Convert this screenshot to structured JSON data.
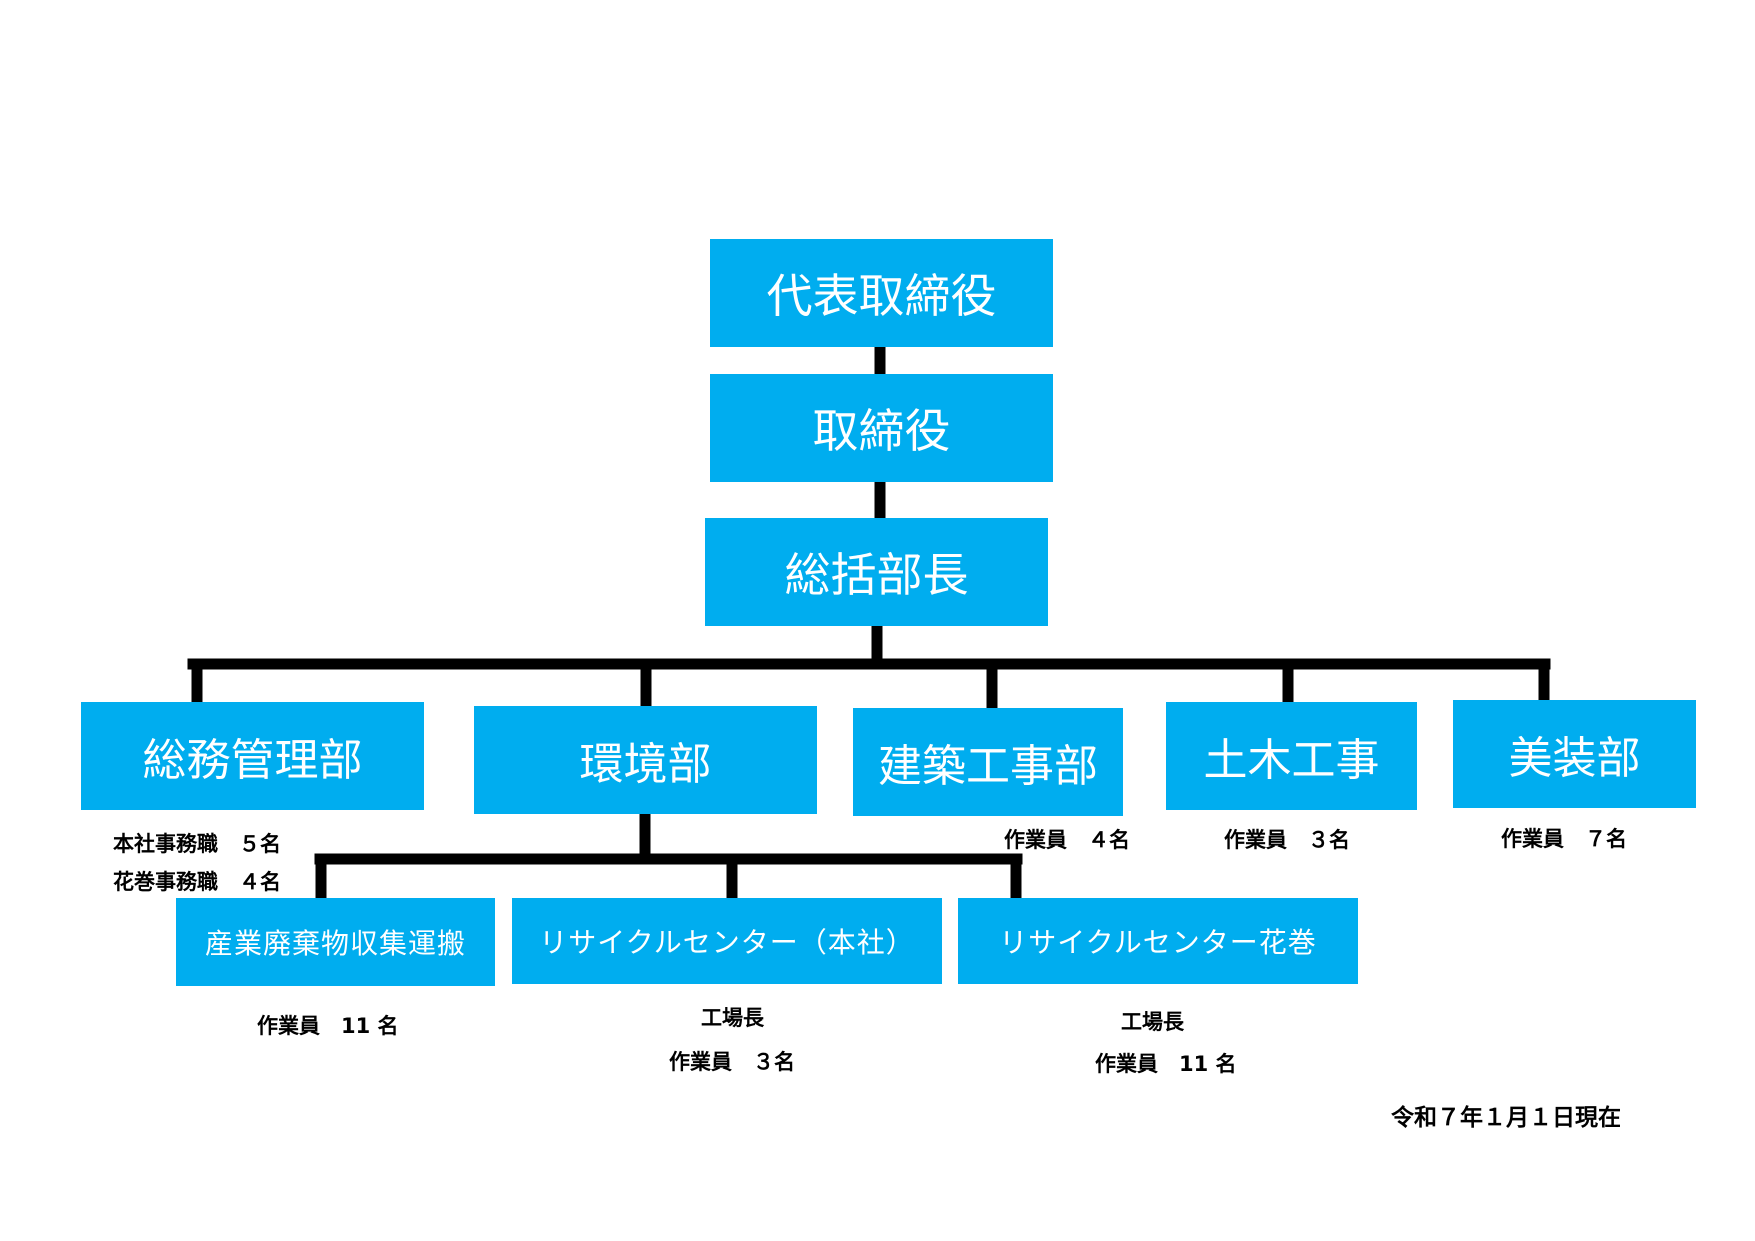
{
  "org": {
    "ceo": "代表取締役",
    "director": "取締役",
    "general_manager": "総括部長",
    "departments": {
      "general_affairs": "総務管理部",
      "environment": "環境部",
      "construction": "建築工事部",
      "civil_engineering": "土木工事",
      "finishing": "美装部"
    },
    "environment_units": {
      "waste_transport": "産業廃棄物収集運搬",
      "recycle_hq": "リサイクルセンター（本社）",
      "recycle_hanamaki": "リサイクルセンター花巻"
    }
  },
  "staff": {
    "general_affairs_hq": "本社事務職　５名",
    "general_affairs_hanamaki": "花巻事務職　４名",
    "construction": "作業員　４名",
    "civil_engineering": "作業員　３名",
    "finishing": "作業員　７名",
    "waste_transport": "作業員　11 名",
    "recycle_hq_manager": "工場長",
    "recycle_hq_workers": "作業員　３名",
    "recycle_hanamaki_manager": "工場長",
    "recycle_hanamaki_workers": "作業員　11 名"
  },
  "as_of": "令和７年１月１日現在",
  "colors": {
    "box": "#00adef",
    "box_text": "#ffffff",
    "line": "#000000",
    "note_text": "#000000"
  }
}
